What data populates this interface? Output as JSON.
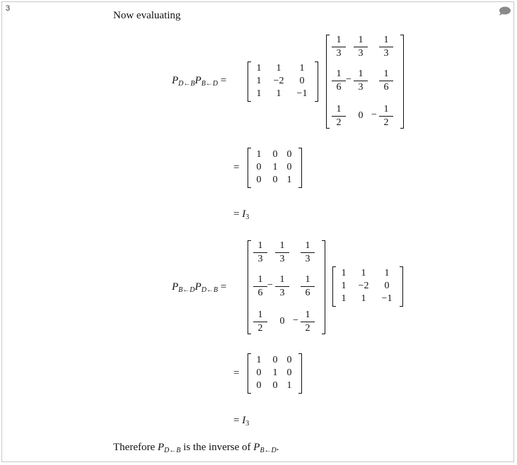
{
  "step_number": "3",
  "intro_text": "Now evaluating",
  "lhs1": {
    "P": "P",
    "s1": "D←B",
    "s2": "B←D",
    "eq": "="
  },
  "lhs2": {
    "P": "P",
    "s1": "B←D",
    "s2": "D←B",
    "eq": "="
  },
  "matrix_A": [
    [
      "1",
      "1",
      "1"
    ],
    [
      "1",
      "−2",
      "0"
    ],
    [
      "1",
      "1",
      "−1"
    ]
  ],
  "matrix_Ainv": [
    [
      {
        "n": "1",
        "d": "3"
      },
      {
        "n": "1",
        "d": "3"
      },
      {
        "n": "1",
        "d": "3"
      }
    ],
    [
      {
        "n": "1",
        "d": "6"
      },
      {
        "neg": "−",
        "n": "1",
        "d": "3"
      },
      {
        "n": "1",
        "d": "6"
      }
    ],
    [
      {
        "n": "1",
        "d": "2"
      },
      {
        "v": "0"
      },
      {
        "neg": "−",
        "n": "1",
        "d": "2"
      }
    ]
  ],
  "identity": [
    [
      "1",
      "0",
      "0"
    ],
    [
      "0",
      "1",
      "0"
    ],
    [
      "0",
      "0",
      "1"
    ]
  ],
  "result": {
    "eq": "=",
    "I": "I",
    "sub": "3"
  },
  "conclusion": {
    "before": "Therefore ",
    "P1": "P",
    "s1": "D←B",
    "middle": " is the inverse of ",
    "P2": "P",
    "s2": "B←D",
    "end": "."
  }
}
